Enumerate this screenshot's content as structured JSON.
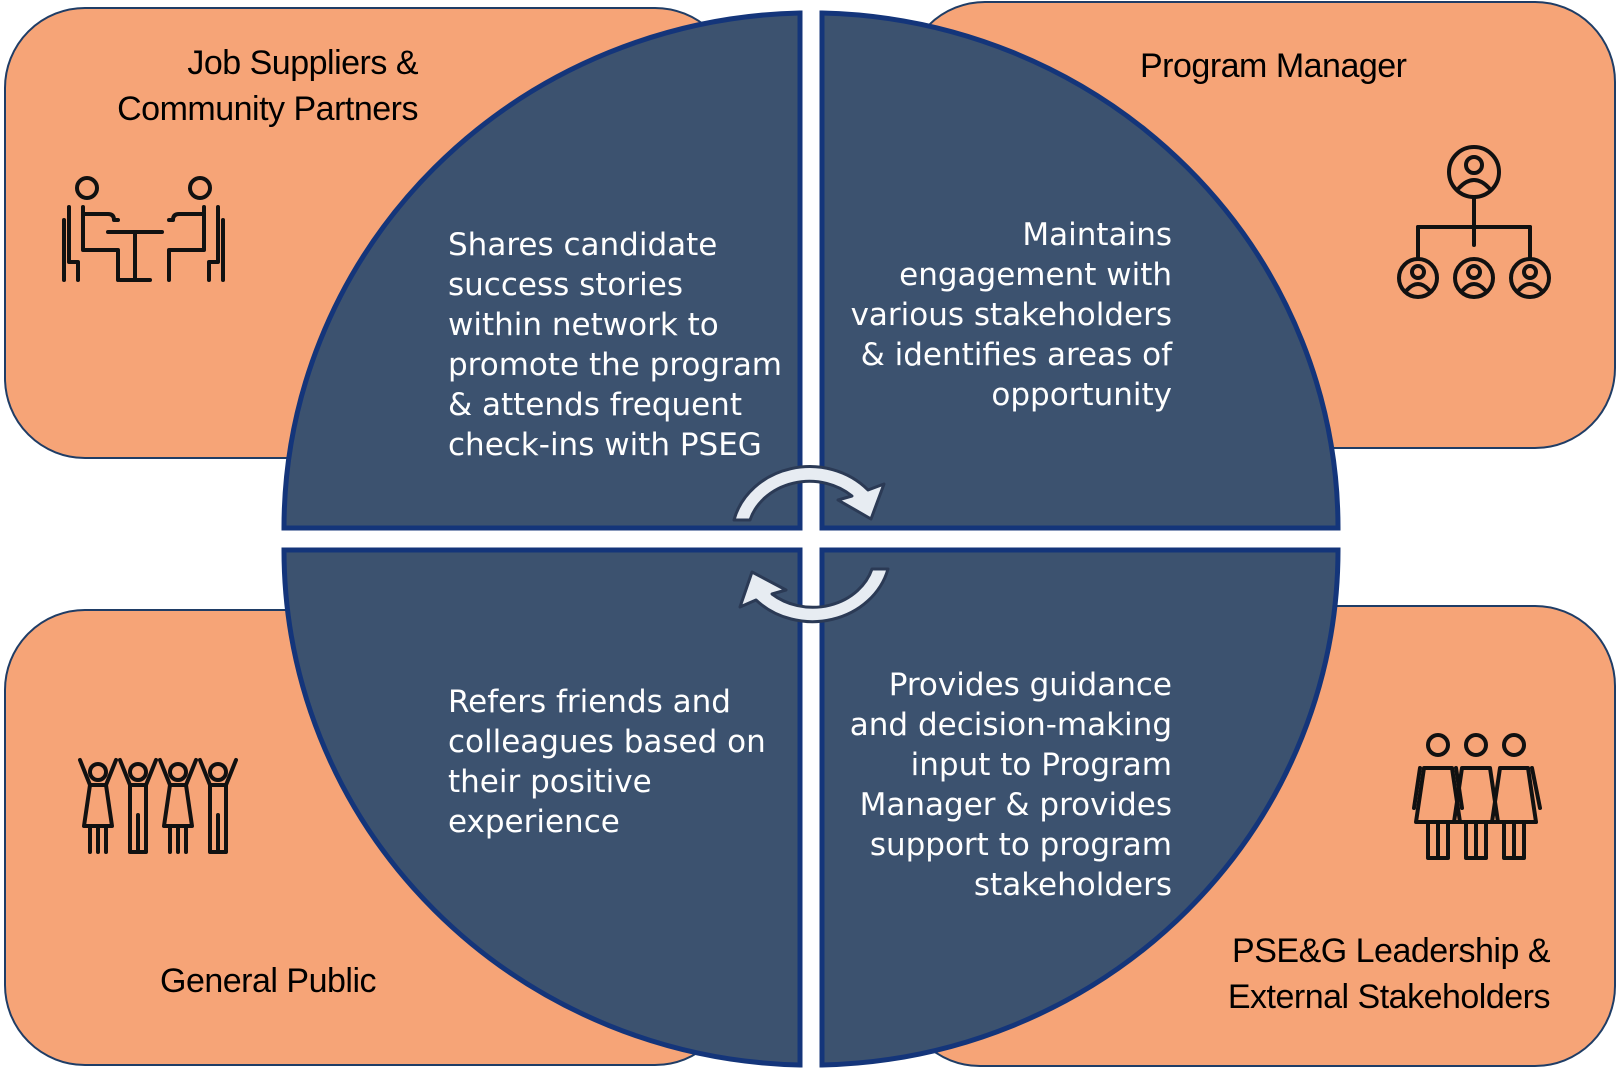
{
  "colors": {
    "card_fill": "#F6A477",
    "card_stroke": "#1F3D66",
    "quadrant_fill": "#3C526F",
    "quadrant_stroke": "#14357A",
    "arrow_fill": "#E7ECF2",
    "arrow_stroke": "#2B3A55",
    "icon_stroke": "#111111"
  },
  "stakeholders": {
    "top_left": {
      "title": "Job Suppliers &\nCommunity Partners",
      "description": "Shares candidate\nsuccess stories\nwithin network to\npromote the program\n& attends frequent\ncheck-ins with PSEG",
      "icon": "meeting-at-table-icon"
    },
    "top_right": {
      "title": "Program Manager",
      "description": "Maintains\nengagement with\nvarious stakeholders\n& identifies areas of\nopportunity",
      "icon": "org-chart-icon"
    },
    "bottom_left": {
      "title": "General Public",
      "description": "Refers friends and\ncolleagues based on\ntheir positive\nexperience",
      "icon": "cheering-people-icon"
    },
    "bottom_right": {
      "title": "PSE&G Leadership &\nExternal Stakeholders",
      "description": "Provides guidance\nand decision-making\ninput to Program\nManager & provides\nsupport to program\nstakeholders",
      "icon": "group-of-people-icon"
    }
  },
  "center": {
    "icon": "cycle-arrows-icon"
  }
}
